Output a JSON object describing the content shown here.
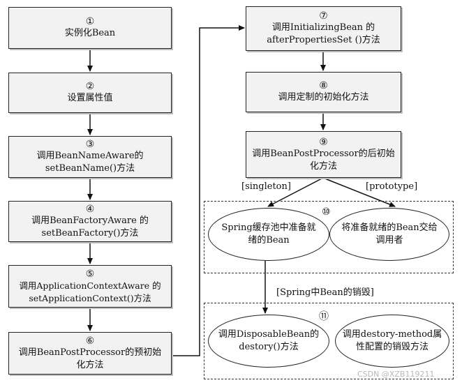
{
  "steps": [
    {
      "num": "①",
      "line1": "实例化Bean",
      "line2": ""
    },
    {
      "num": "②",
      "line1": "设置属性值",
      "line2": ""
    },
    {
      "num": "③",
      "line1": "调用BeanNameAware的",
      "line2": "setBeanName()方法"
    },
    {
      "num": "④",
      "line1": "调用BeanFactoryAware 的",
      "line2": "setBeanFactory()方法"
    },
    {
      "num": "⑤",
      "line1": "调用ApplicationContextAware 的",
      "line2": "setApplicationContext()方法"
    },
    {
      "num": "⑥",
      "line1": "调用BeanPostProcessor的预初始",
      "line2": "化方法"
    },
    {
      "num": "⑦",
      "line1": "调用InitializingBean 的",
      "line2": "afterPropertiesSet ()方法"
    },
    {
      "num": "⑧",
      "line1": "调用定制的初始化方法",
      "line2": ""
    },
    {
      "num": "⑨",
      "line1": "调用BeanPostProcessor的后初始",
      "line2": "化方法"
    }
  ],
  "labels": {
    "singleton": "[singleton]",
    "prototype": "[prototype]",
    "destroy": "[Spring中Bean的销毁]"
  },
  "group10": {
    "num": "⑩",
    "left": {
      "line1": "Spring缓存池中准备就",
      "line2": "绪的Bean"
    },
    "right": {
      "line1": "将准备就绪的Bean交给",
      "line2": "调用者"
    }
  },
  "group11": {
    "num": "⑪",
    "left": {
      "line1": "调用DisposableBean的",
      "line2": "destory()方法"
    },
    "right": {
      "line1": "调用destory-method属",
      "line2": "性配置的销毁方法"
    }
  },
  "watermark": "CSDN @XZB119211"
}
